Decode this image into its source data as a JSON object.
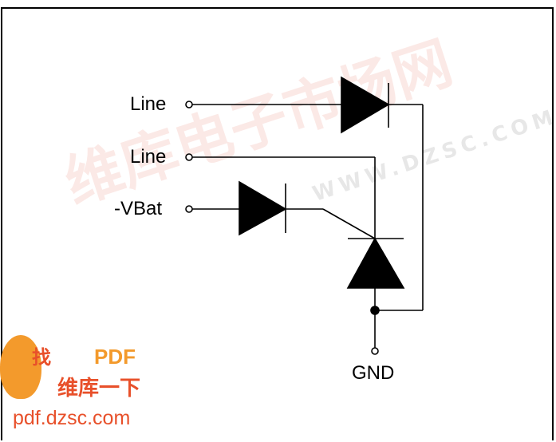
{
  "diagram": {
    "labels": {
      "line_top": "Line",
      "line_mid": "Line",
      "vbat": "-VBat",
      "gnd": "GND"
    },
    "watermark": {
      "cn": "维库电子市场网",
      "url": "WWW.DZSC.COM"
    },
    "logo": {
      "find": "找",
      "pdf": "PDF",
      "sub": "维库一下",
      "url": "pdf.dzsc.com"
    },
    "colors": {
      "wire": "#000000",
      "diode_fill": "#000000",
      "logo_orange": "#f39a2c",
      "logo_red": "#e8502a"
    }
  }
}
